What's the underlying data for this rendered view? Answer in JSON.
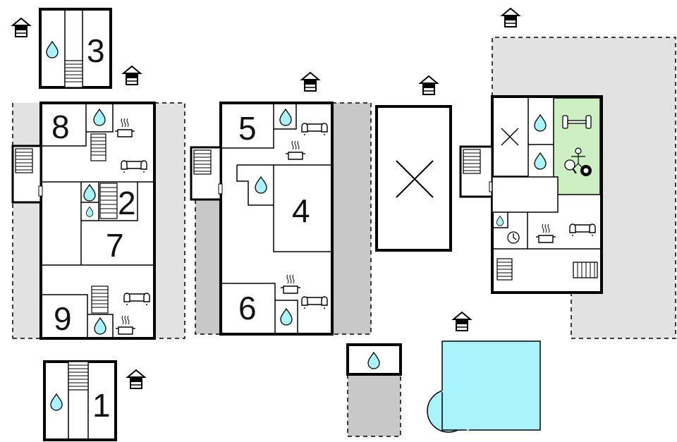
{
  "units": [
    "1",
    "2",
    "3",
    "4",
    "5",
    "6",
    "7",
    "8",
    "9"
  ],
  "icons": [
    "house-icon",
    "water-drop-icon",
    "stairs-icon",
    "sofa-icon",
    "cooking-pot-icon",
    "clock-icon",
    "dumbbell-icon",
    "table-football-icon",
    "table-tennis-icon",
    "billiard-ball-icon",
    "radiator-icon",
    "cross-icon"
  ],
  "colors": {
    "wall": "#000000",
    "terrace": "#e2e2e2",
    "terrace_dark": "#c8c8c8",
    "gym": "#cdf0c2",
    "pool": "#a9f4fc"
  }
}
